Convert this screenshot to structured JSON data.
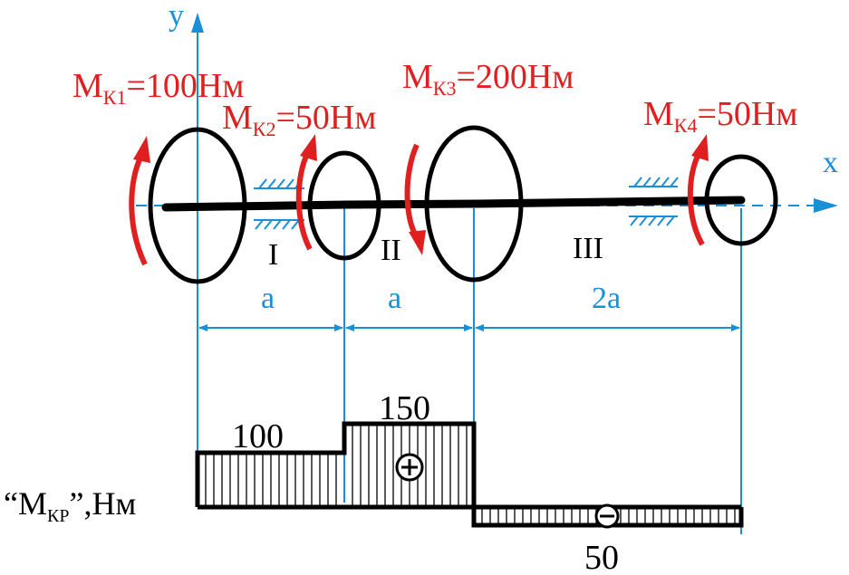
{
  "colors": {
    "red": "#e02020",
    "blue": "#1a8fd8",
    "black": "#000000"
  },
  "axes": {
    "y_label": "y",
    "x_label": "x"
  },
  "moments": [
    {
      "main": "M",
      "sub": "К1",
      "value": "=100Нм"
    },
    {
      "main": "M",
      "sub": "К2",
      "value": "=50Нм"
    },
    {
      "main": "M",
      "sub": "К3",
      "value": "=200Нм"
    },
    {
      "main": "M",
      "sub": "К4",
      "value": "=50Нм"
    }
  ],
  "sections": [
    "I",
    "II",
    "III"
  ],
  "dimensions": [
    "a",
    "a",
    "2a"
  ],
  "diagram": {
    "label_prefix": "“M",
    "label_sub": "КР",
    "label_suffix": "”,Нм",
    "values": [
      "100",
      "150",
      "50"
    ],
    "signs": [
      "+",
      "−"
    ]
  }
}
